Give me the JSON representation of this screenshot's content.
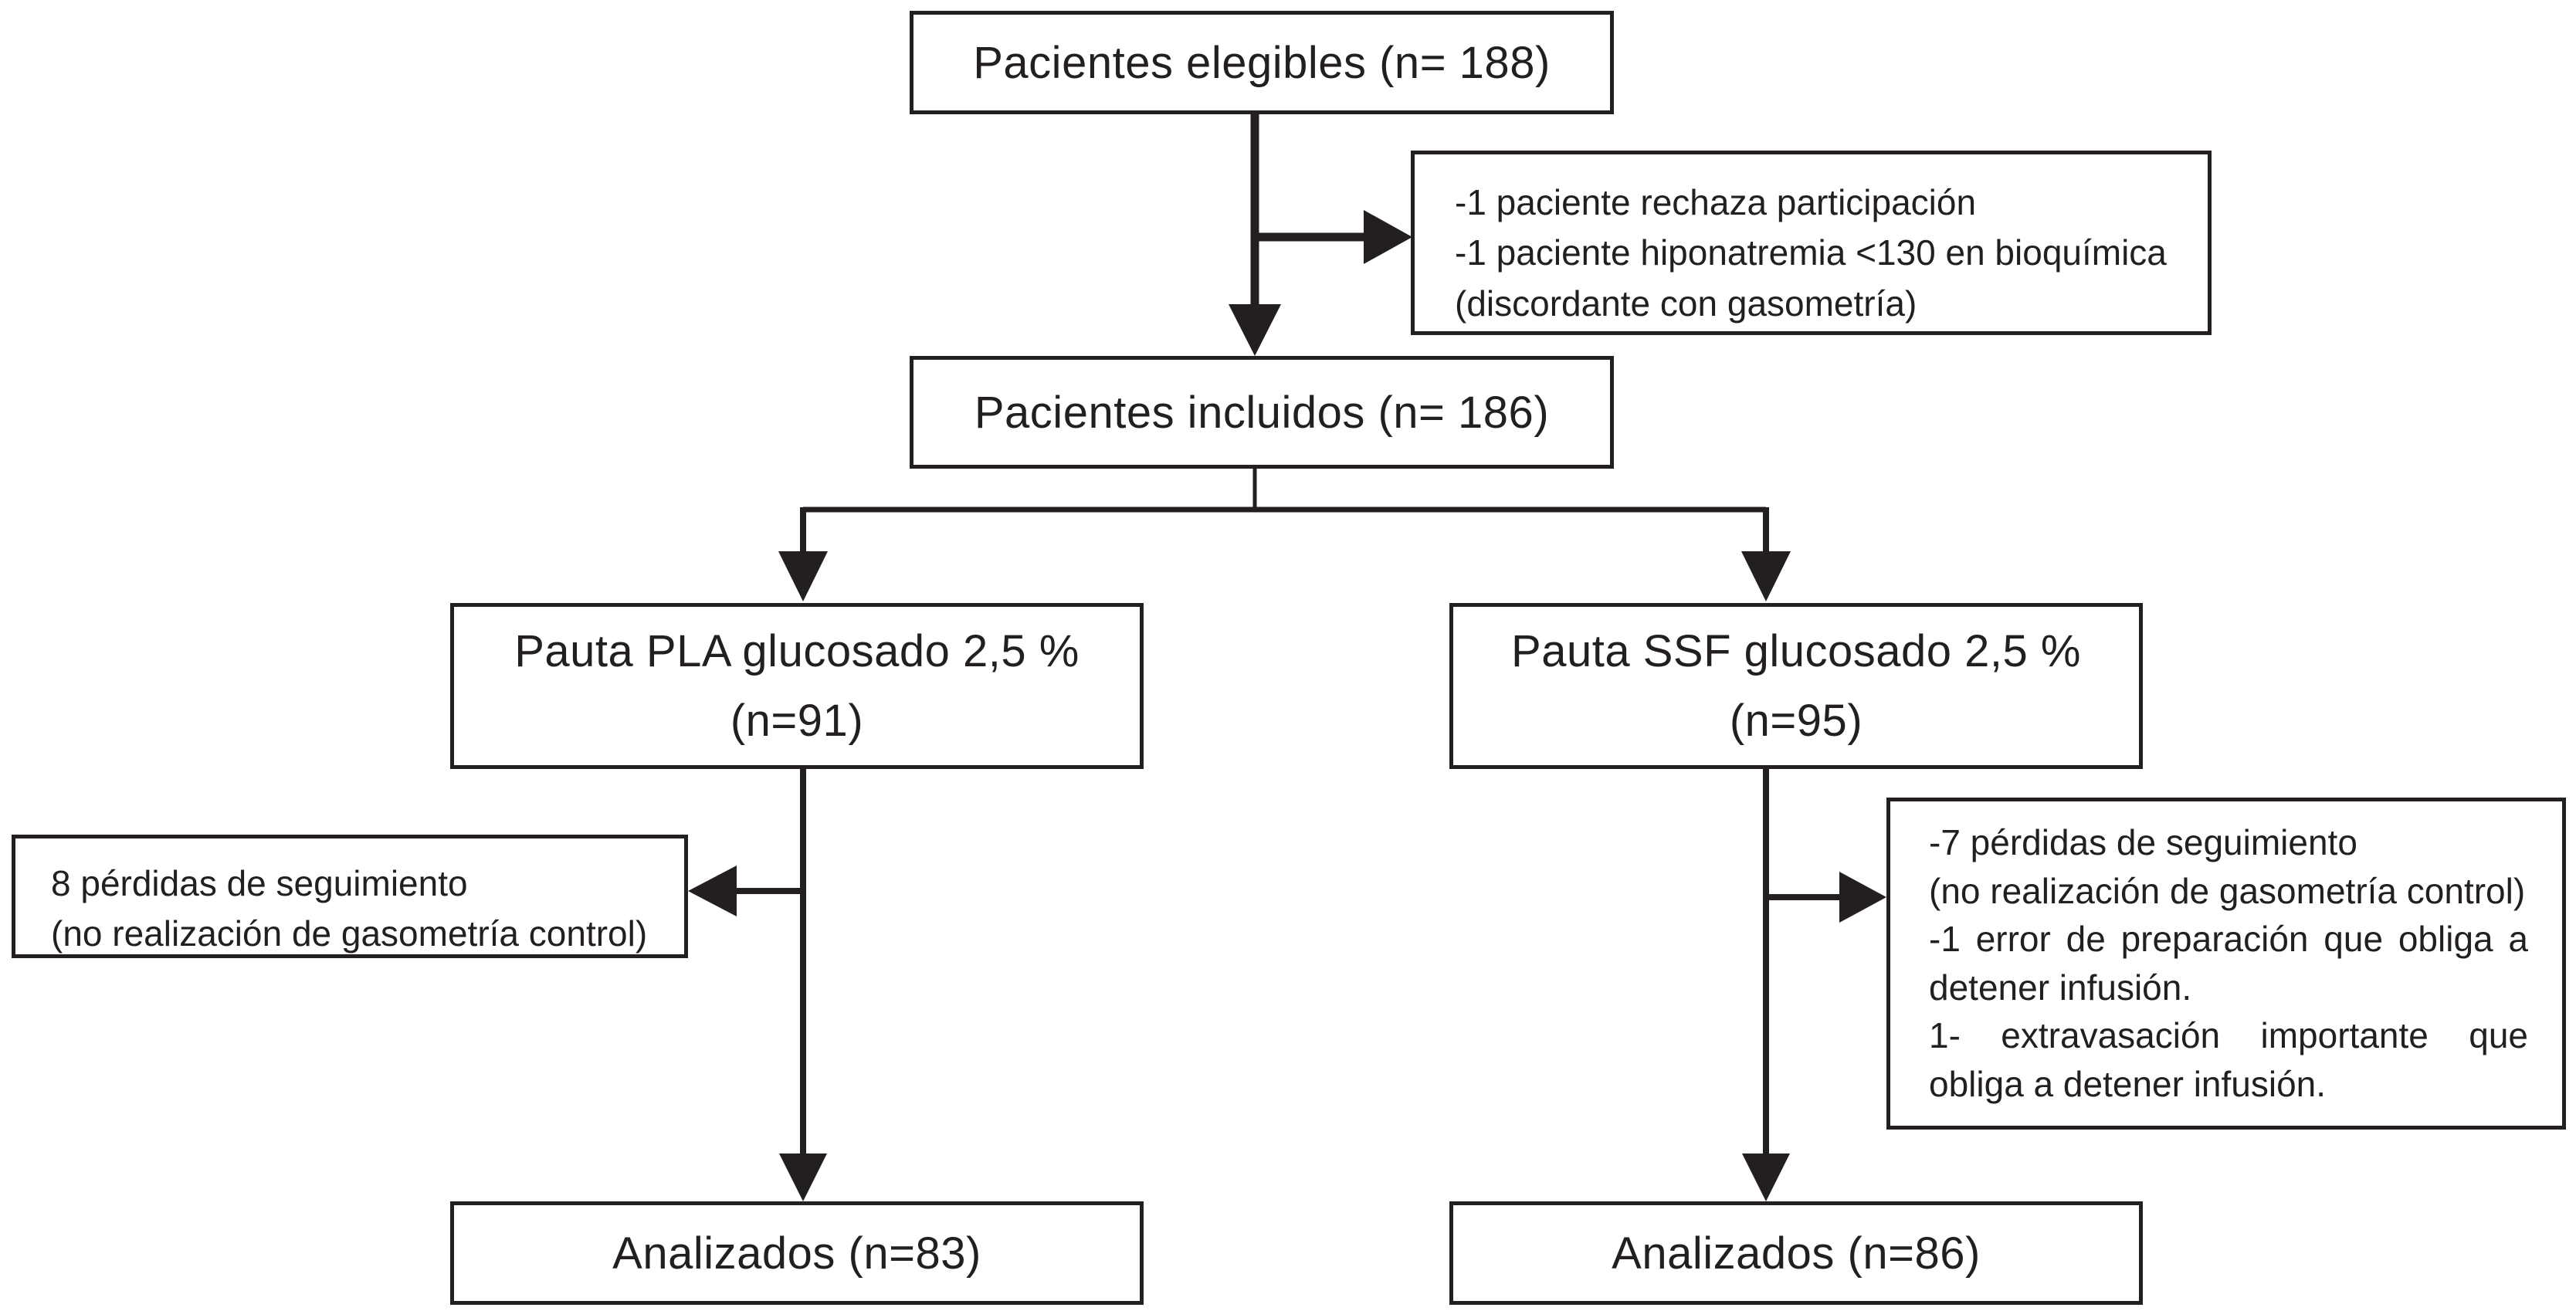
{
  "diagram": {
    "kind": "patient-flow-chart",
    "colors": {
      "line": "#231f20",
      "box_background": "#ffffff",
      "text": "#231f20"
    },
    "nodes": {
      "eligible": {
        "label": "Pacientes elegibles (n= 188)"
      },
      "exclusion_top": {
        "lines": [
          "-1 paciente rechaza participación",
          "-1 paciente hiponatremia <130 en bioquímica",
          "(discordante con gasometría)"
        ]
      },
      "included": {
        "label": "Pacientes incluidos (n= 186)"
      },
      "arm_pla": {
        "line1": "Pauta PLA glucosado 2,5 %",
        "line2": "(n=91)"
      },
      "arm_ssf": {
        "line1": "Pauta SSF glucosado 2,5 %",
        "line2": "(n=95)"
      },
      "loss_pla": {
        "lines": [
          "8 pérdidas de seguimiento",
          "(no realización de gasometría control)"
        ]
      },
      "loss_ssf": {
        "items": [
          "-7 pérdidas de seguimiento",
          "(no realización de gasometría control)",
          "-1 error de preparación que obliga a detener infusión.",
          "1- extravasación importante que obliga a detener infusión."
        ]
      },
      "analyzed_pla": {
        "label": "Analizados (n=83)"
      },
      "analyzed_ssf": {
        "label": "Analizados (n=86)"
      }
    }
  }
}
